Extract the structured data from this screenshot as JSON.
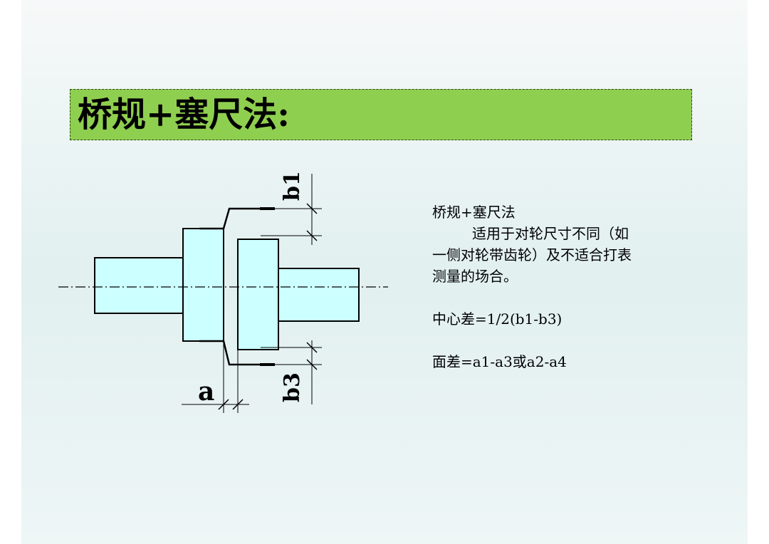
{
  "title": "桥规+塞尺法:",
  "diagram": {
    "labels": {
      "b1": "b1",
      "b3": "b3",
      "a": "a"
    }
  },
  "description": {
    "heading": "桥规+塞尺法",
    "line1": "适用于对轮尺寸不同（如",
    "line2": "一侧对轮带齿轮）及不适合打表",
    "line3": "测量的场合。",
    "center_diff": "中心差=1/2(b1-b3)",
    "face_diff": "面差=a1-a3或a2-a4"
  },
  "colors": {
    "title_bar": "#8fcf4f",
    "shaft_fill": "#ccffff",
    "outline": "#000000"
  }
}
